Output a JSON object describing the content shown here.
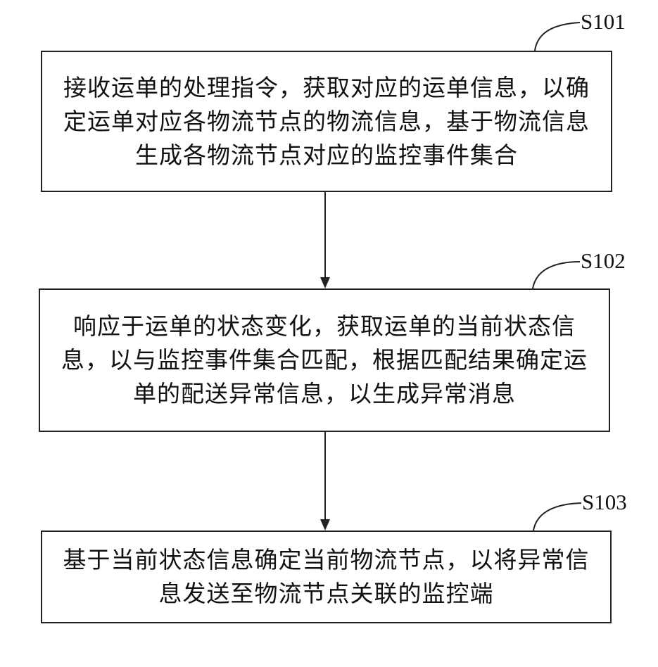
{
  "steps": [
    {
      "id": "S101",
      "text": "接收运单的处理指令，获取对应的运单信息，以确定运单对应各物流节点的物流信息，基于物流信息生成各物流节点对应的监控事件集合"
    },
    {
      "id": "S102",
      "text": "响应于运单的状态变化，获取运单的当前状态信息，以与监控事件集合匹配，根据匹配结果确定运单的配送异常信息，以生成异常消息"
    },
    {
      "id": "S103",
      "text": "基于当前状态信息确定当前物流节点，以将异常信息发送至物流节点关联的监控端"
    }
  ],
  "colors": {
    "line": "#222222",
    "text": "#111111",
    "background": "#ffffff"
  }
}
